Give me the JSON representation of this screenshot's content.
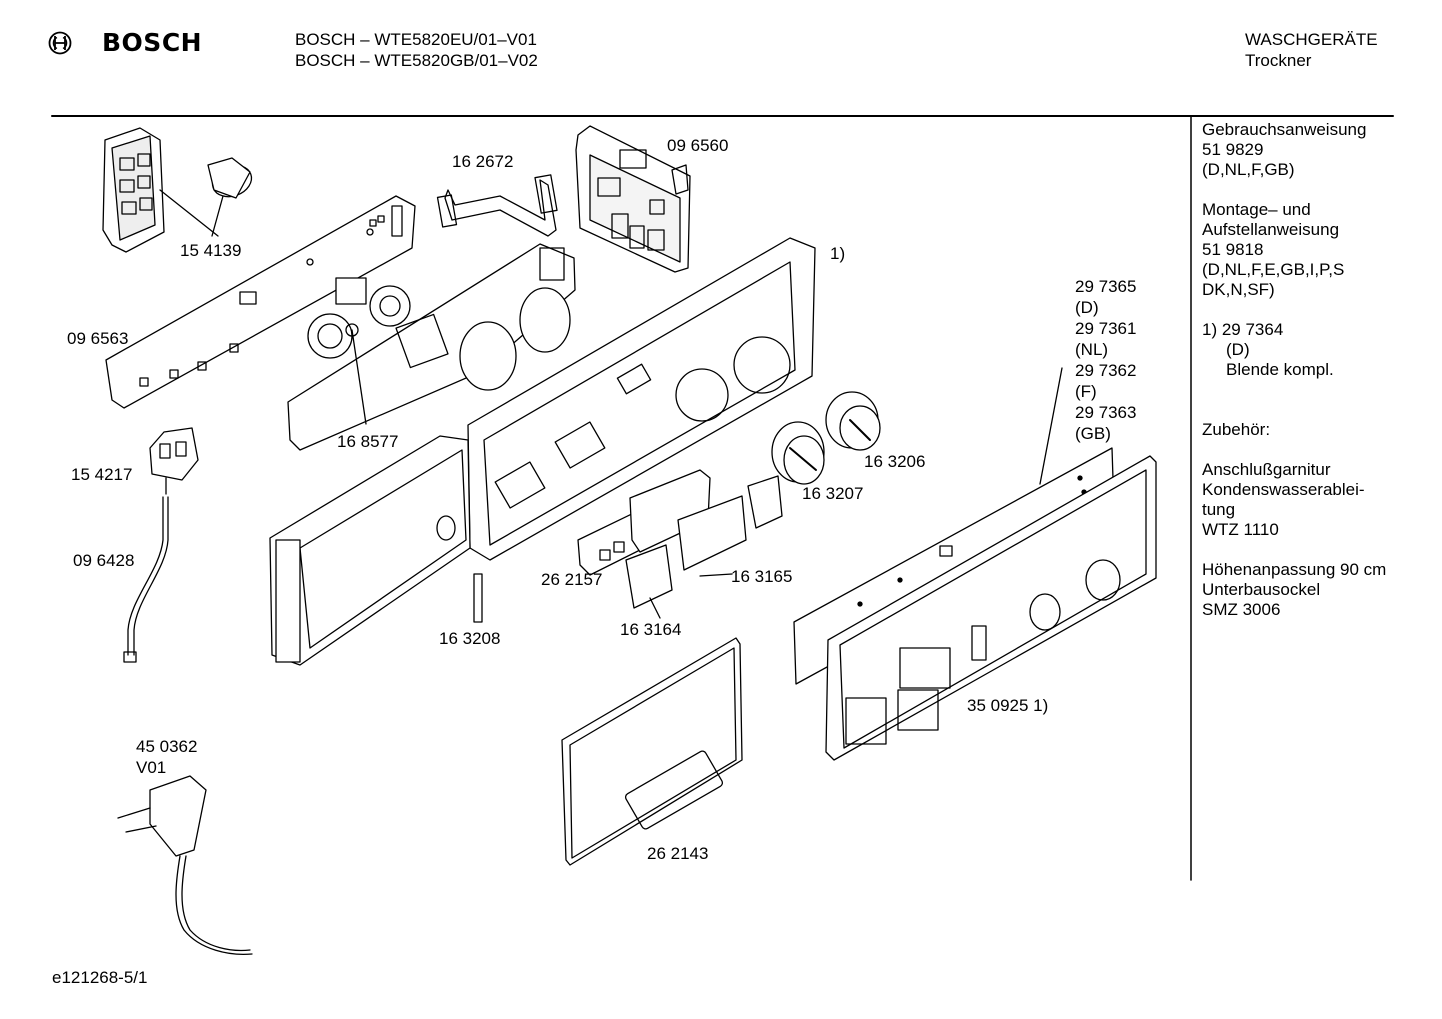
{
  "header": {
    "brand": "BOSCH",
    "model_lines": [
      "BOSCH – WTE5820EU/01–V01",
      "BOSCH – WTE5820GB/01–V02"
    ],
    "category": "WASCHGERÄTE",
    "subcategory": "Trockner"
  },
  "parts": {
    "p154139": "15 4139",
    "p162672": "16 2672",
    "p096560": "09 6560",
    "p096563": "09 6563",
    "p168577": "16 8577",
    "p154217": "15 4217",
    "p096428": "09 6428",
    "p163208": "16 3208",
    "p262157": "26 2157",
    "p163165": "16 3165",
    "p163164": "16 3164",
    "p163207": "16 3207",
    "p163206": "16 3206",
    "p262143": "26 2143",
    "p350925": "35 0925 1)",
    "ref1": "1)",
    "p450362": "45 0362",
    "v01": "V01",
    "variants": [
      "29 7365",
      "(D)",
      "29 7361",
      "(NL)",
      "29 7362",
      "(F)",
      "29 7363",
      "(GB)"
    ]
  },
  "sidebar": {
    "manual_title": "Gebrauchsanweisung",
    "manual_no": "51 9829",
    "manual_langs": "(D,NL,F,GB)",
    "install_title_1": "Montage– und",
    "install_title_2": "Aufstellanweisung",
    "install_no": "51 9818",
    "install_langs_1": "(D,NL,F,E,GB,I,P,S",
    "install_langs_2": "DK,N,SF)",
    "note_ref": "1)  29 7364",
    "note_lang": "(D)",
    "note_desc": "Blende kompl.",
    "accessories_title": "Zubehör:",
    "acc1_line1": "Anschlußgarnitur",
    "acc1_line2": "Kondenswasserablei-",
    "acc1_line3": "tung",
    "acc1_line4": "WTZ 1110",
    "acc2_line1": "Höhenanpassung 90 cm",
    "acc2_line2": "Unterbausockel",
    "acc2_line3": "SMZ 3006"
  },
  "footer": {
    "drawing_id": "e121268-5/1"
  }
}
